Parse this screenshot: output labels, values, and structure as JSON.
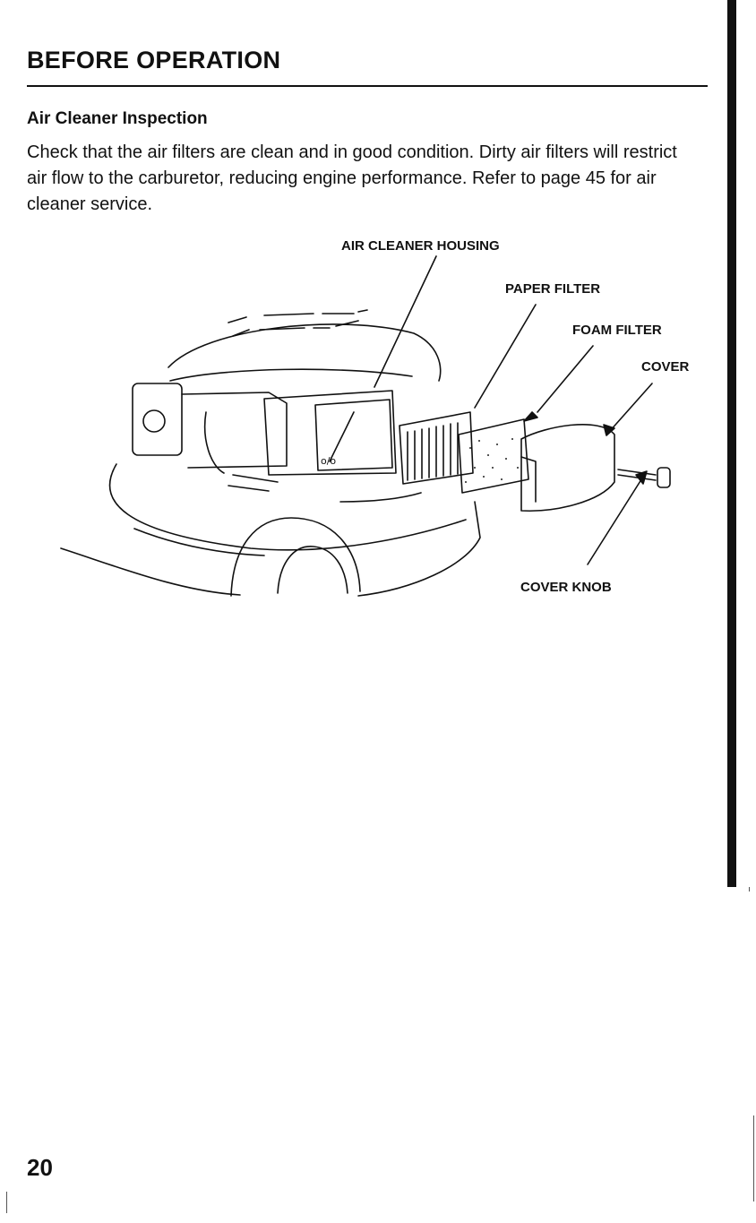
{
  "header": {
    "title": "BEFORE OPERATION"
  },
  "section": {
    "title": "Air Cleaner Inspection",
    "body": "Check that the air filters are clean and in good condition. Dirty air filters will restrict air flow to the carburetor, reducing engine performance. Refer to page 45 for air cleaner service."
  },
  "figure": {
    "labels": {
      "housing": "AIR CLEANER HOUSING",
      "paper_filter": "PAPER FILTER",
      "foam_filter": "FOAM FILTER",
      "cover": "COVER",
      "cover_knob": "COVER KNOB"
    }
  },
  "footer": {
    "page_number": "20"
  }
}
